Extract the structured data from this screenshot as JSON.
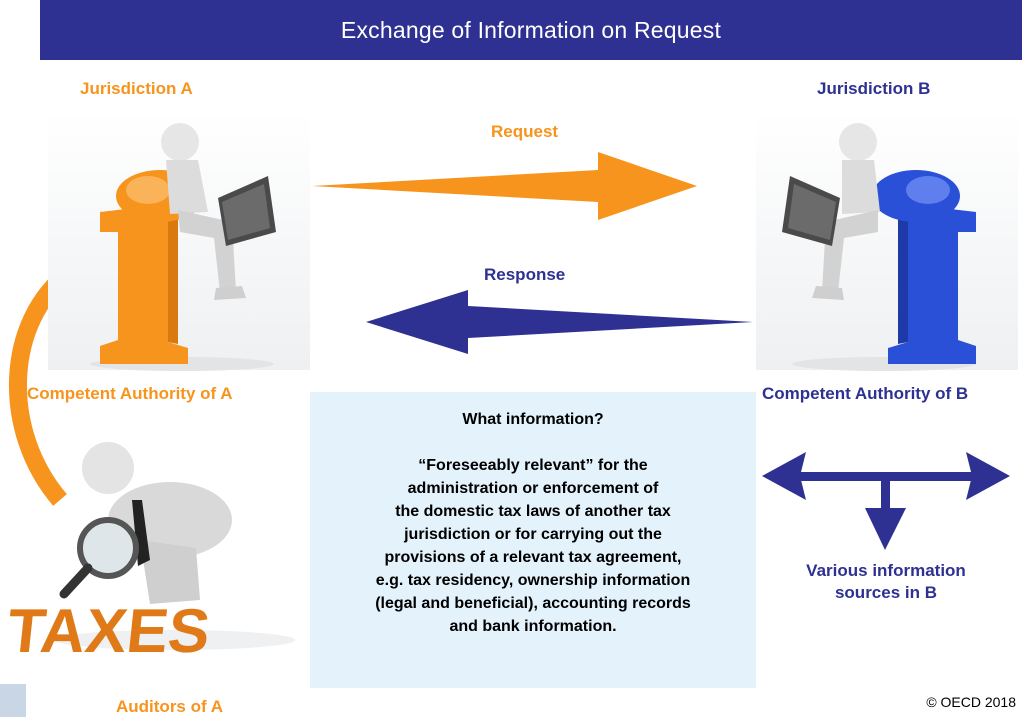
{
  "title": "Exchange of Information on Request",
  "nodes": {
    "jurisdiction_a": "Jurisdiction A",
    "jurisdiction_b": "Jurisdiction B",
    "authority_a": "Competent Authority of A",
    "authority_b": "Competent Authority of B",
    "auditors_a": "Auditors of A",
    "sources_b_line1": "Various information",
    "sources_b_line2": "sources in B"
  },
  "flows": {
    "request": "Request",
    "response": "Response"
  },
  "info_box": {
    "heading": "What information?",
    "lines": [
      "“Foreseeably relevant” for the",
      "administration or enforcement of",
      "the domestic tax laws of another tax",
      "jurisdiction or for carrying out the",
      "provisions of a relevant tax agreement,",
      "e.g. tax residency, ownership information",
      "(legal and beneficial), accounting records",
      "and bank information."
    ]
  },
  "taxes_sign": "TAXES",
  "copyright": "© OECD 2018",
  "colors": {
    "navy": "#2e3192",
    "orange": "#f7941d",
    "box": "#e4f2fb",
    "blue_figure": "#2b50d8"
  },
  "icons": [
    "person-laptop-icon",
    "magnifier-person-icon"
  ]
}
